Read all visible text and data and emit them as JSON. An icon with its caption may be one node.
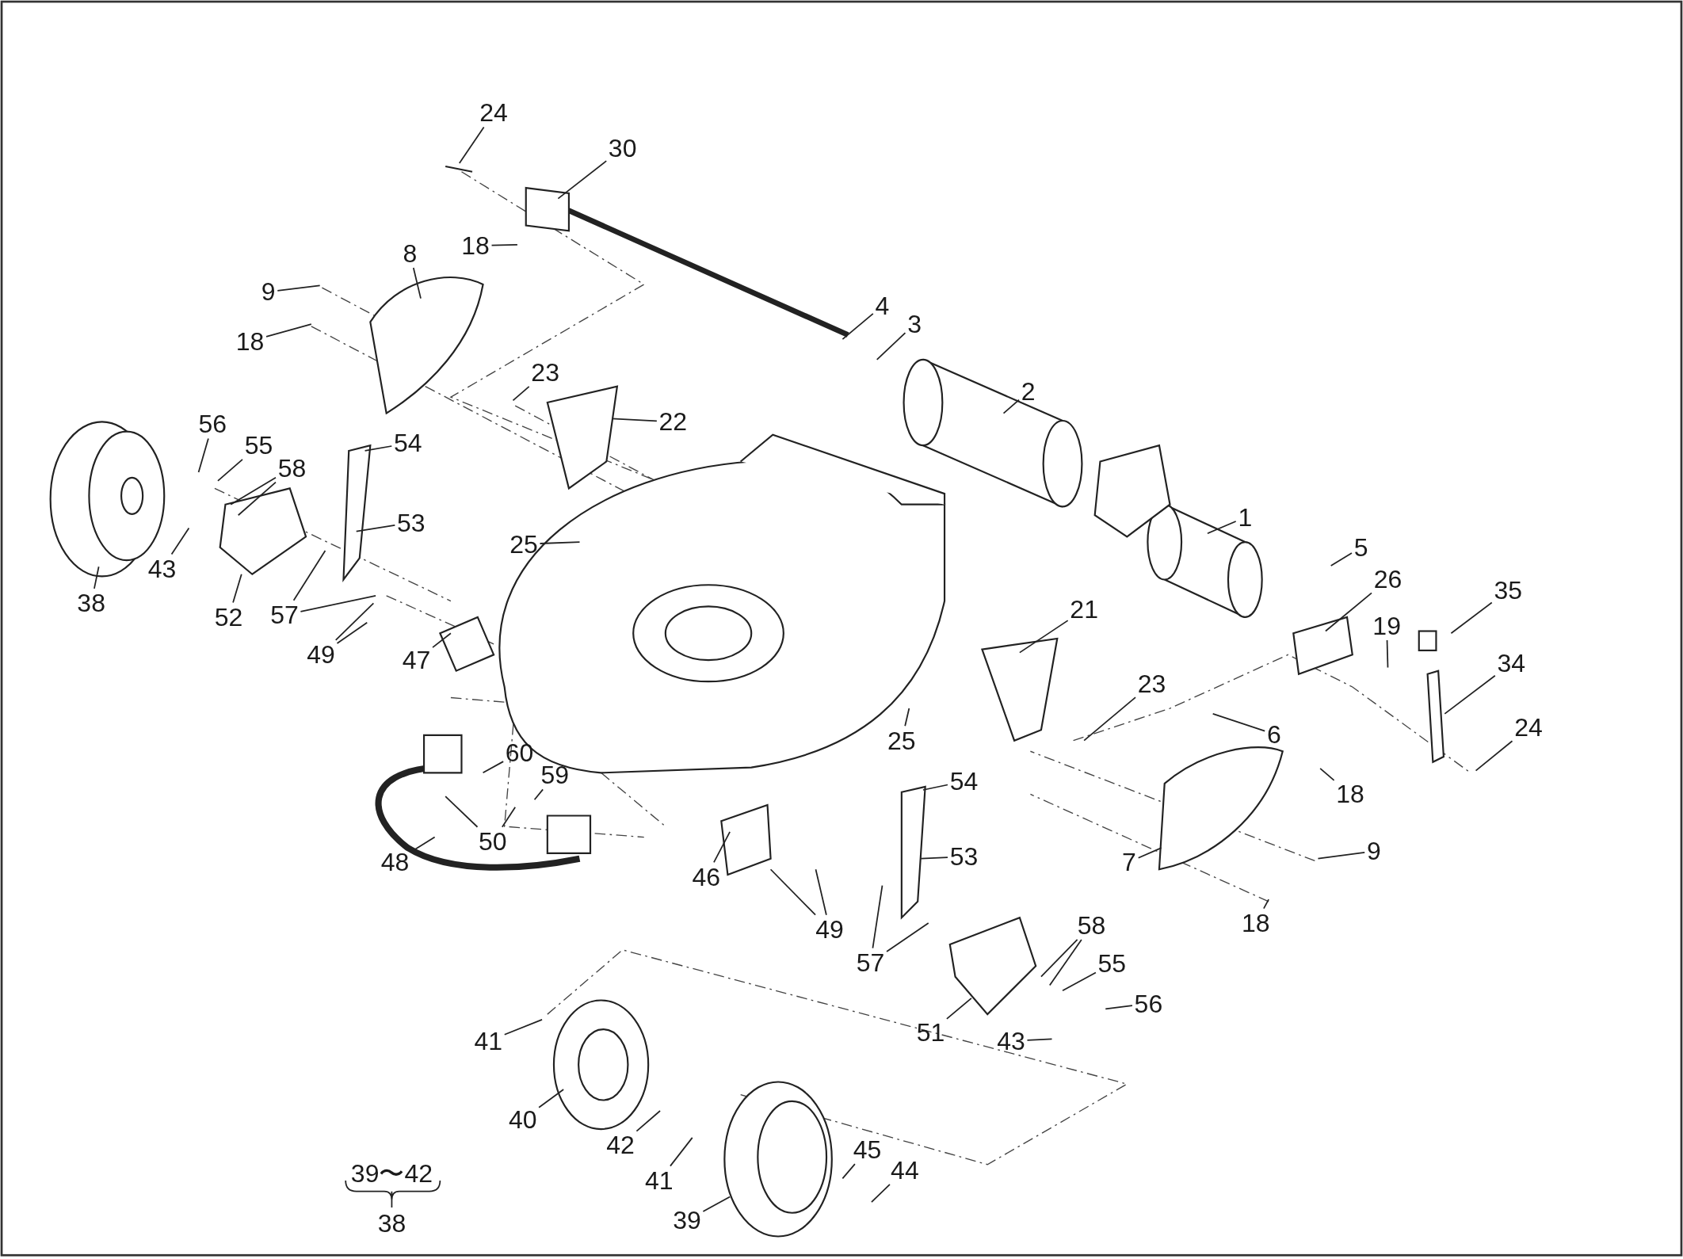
{
  "diagram": {
    "nodes": [
      {
        "text": [
          "24"
        ]
      },
      {
        "text": [
          "30"
        ]
      },
      {
        "text": [
          "8"
        ]
      },
      {
        "text": [
          "18"
        ]
      },
      {
        "text": [
          "9"
        ]
      },
      {
        "text": [
          "18"
        ]
      },
      {
        "text": [
          "4"
        ]
      },
      {
        "text": [
          "3"
        ]
      },
      {
        "text": [
          "23"
        ]
      },
      {
        "text": [
          "2"
        ]
      },
      {
        "text": [
          "22"
        ]
      },
      {
        "text": [
          "56"
        ]
      },
      {
        "text": [
          "55"
        ]
      },
      {
        "text": [
          "58"
        ]
      },
      {
        "text": [
          "54"
        ]
      },
      {
        "text": [
          "1"
        ]
      },
      {
        "text": [
          "53"
        ]
      },
      {
        "text": [
          "25"
        ]
      },
      {
        "text": [
          "38"
        ]
      },
      {
        "text": [
          "43"
        ]
      },
      {
        "text": [
          "52"
        ]
      },
      {
        "text": [
          "57"
        ]
      },
      {
        "text": [
          "5"
        ]
      },
      {
        "text": [
          "26"
        ]
      },
      {
        "text": [
          "35"
        ]
      },
      {
        "text": [
          "21"
        ]
      },
      {
        "text": [
          "19"
        ]
      },
      {
        "text": [
          "49"
        ]
      },
      {
        "text": [
          "47"
        ]
      },
      {
        "text": [
          "34"
        ]
      },
      {
        "text": [
          "23"
        ]
      },
      {
        "text": [
          "24"
        ]
      },
      {
        "text": [
          "6"
        ]
      },
      {
        "text": [
          "25"
        ]
      },
      {
        "text": [
          "60"
        ]
      },
      {
        "text": [
          "54"
        ]
      },
      {
        "text": [
          "18"
        ]
      },
      {
        "text": [
          "59"
        ]
      },
      {
        "text": [
          "50"
        ]
      },
      {
        "text": [
          "48"
        ]
      },
      {
        "text": [
          "53"
        ]
      },
      {
        "text": [
          "46"
        ]
      },
      {
        "text": [
          "7"
        ]
      },
      {
        "text": [
          "9"
        ]
      },
      {
        "text": [
          "49"
        ]
      },
      {
        "text": [
          "57"
        ]
      },
      {
        "text": [
          "18"
        ]
      },
      {
        "text": [
          "58"
        ]
      },
      {
        "text": [
          "55"
        ]
      },
      {
        "text": [
          "56"
        ]
      },
      {
        "text": [
          "51"
        ]
      },
      {
        "text": [
          "41"
        ]
      },
      {
        "text": [
          "43"
        ]
      },
      {
        "text": [
          "40"
        ]
      },
      {
        "text": [
          "42"
        ]
      },
      {
        "text": [
          "41"
        ]
      },
      {
        "text": [
          "45"
        ]
      },
      {
        "text": [
          "44"
        ]
      },
      {
        "text": [
          "39"
        ]
      }
    ],
    "edges": [
      {
        "from": 0,
        "to": null,
        "arrow": "none"
      },
      {
        "from": 1,
        "to": null,
        "arrow": "none"
      },
      {
        "from": 2,
        "to": null,
        "arrow": "none"
      },
      {
        "from": 3,
        "to": null,
        "arrow": "none"
      },
      {
        "from": 4,
        "to": null,
        "arrow": "none"
      },
      {
        "from": 5,
        "to": null,
        "arrow": "none"
      },
      {
        "from": 6,
        "to": null,
        "arrow": "none"
      },
      {
        "from": 7,
        "to": null,
        "arrow": "none"
      },
      {
        "from": 8,
        "to": null,
        "arrow": "none"
      },
      {
        "from": 9,
        "to": null,
        "arrow": "none"
      },
      {
        "from": 10,
        "to": null,
        "arrow": "none"
      },
      {
        "from": 11,
        "to": null,
        "arrow": "none"
      },
      {
        "from": 12,
        "to": null,
        "arrow": "none"
      },
      {
        "from": 13,
        "to": null,
        "arrow": "none"
      },
      {
        "from": 13,
        "to": null,
        "arrow": "none"
      },
      {
        "from": 14,
        "to": null,
        "arrow": "none"
      },
      {
        "from": 15,
        "to": null,
        "arrow": "none"
      },
      {
        "from": 16,
        "to": null,
        "arrow": "none"
      },
      {
        "from": 17,
        "to": null,
        "arrow": "none"
      },
      {
        "from": 18,
        "to": null,
        "arrow": "none"
      },
      {
        "from": 19,
        "to": null,
        "arrow": "none"
      },
      {
        "from": 20,
        "to": null,
        "arrow": "none"
      },
      {
        "from": 21,
        "to": null,
        "arrow": "none"
      },
      {
        "from": 21,
        "to": null,
        "arrow": "none"
      },
      {
        "from": 22,
        "to": null,
        "arrow": "none"
      },
      {
        "from": 23,
        "to": null,
        "arrow": "none"
      },
      {
        "from": 24,
        "to": null,
        "arrow": "none"
      },
      {
        "from": 25,
        "to": null,
        "arrow": "none"
      },
      {
        "from": 26,
        "to": null,
        "arrow": "none"
      },
      {
        "from": 27,
        "to": null,
        "arrow": "none"
      },
      {
        "from": 27,
        "to": null,
        "arrow": "none"
      },
      {
        "from": 28,
        "to": null,
        "arrow": "none"
      },
      {
        "from": 29,
        "to": null,
        "arrow": "none"
      },
      {
        "from": 30,
        "to": null,
        "arrow": "none"
      },
      {
        "from": 31,
        "to": null,
        "arrow": "none"
      },
      {
        "from": 32,
        "to": null,
        "arrow": "none"
      },
      {
        "from": 33,
        "to": null,
        "arrow": "none"
      },
      {
        "from": 34,
        "to": null,
        "arrow": "none"
      },
      {
        "from": 35,
        "to": null,
        "arrow": "none"
      },
      {
        "from": 36,
        "to": null,
        "arrow": "none"
      },
      {
        "from": 37,
        "to": null,
        "arrow": "none"
      },
      {
        "from": 38,
        "to": null,
        "arrow": "none"
      },
      {
        "from": 38,
        "to": null,
        "arrow": "none"
      },
      {
        "from": 39,
        "to": null,
        "arrow": "none"
      },
      {
        "from": 40,
        "to": null,
        "arrow": "none"
      },
      {
        "from": 41,
        "to": null,
        "arrow": "none"
      },
      {
        "from": 42,
        "to": null,
        "arrow": "none"
      },
      {
        "from": 43,
        "to": null,
        "arrow": "none"
      },
      {
        "from": 44,
        "to": null,
        "arrow": "none"
      },
      {
        "from": 44,
        "to": null,
        "arrow": "none"
      },
      {
        "from": 45,
        "to": null,
        "arrow": "none"
      },
      {
        "from": 45,
        "to": null,
        "arrow": "none"
      },
      {
        "from": 46,
        "to": null,
        "arrow": "none"
      },
      {
        "from": 47,
        "to": null,
        "arrow": "none"
      },
      {
        "from": 47,
        "to": null,
        "arrow": "none"
      },
      {
        "from": 48,
        "to": null,
        "arrow": "none"
      },
      {
        "from": 49,
        "to": null,
        "arrow": "none"
      },
      {
        "from": 50,
        "to": null,
        "arrow": "none"
      },
      {
        "from": 51,
        "to": null,
        "arrow": "none"
      },
      {
        "from": 52,
        "to": null,
        "arrow": "none"
      },
      {
        "from": 53,
        "to": null,
        "arrow": "none"
      },
      {
        "from": 54,
        "to": null,
        "arrow": "none"
      },
      {
        "from": 55,
        "to": null,
        "arrow": "none"
      },
      {
        "from": 56,
        "to": null,
        "arrow": "none"
      },
      {
        "from": 57,
        "to": null,
        "arrow": "none"
      },
      {
        "from": 58,
        "to": null,
        "arrow": "none"
      }
    ],
    "labels": [
      "39〜42",
      "38"
    ]
  }
}
